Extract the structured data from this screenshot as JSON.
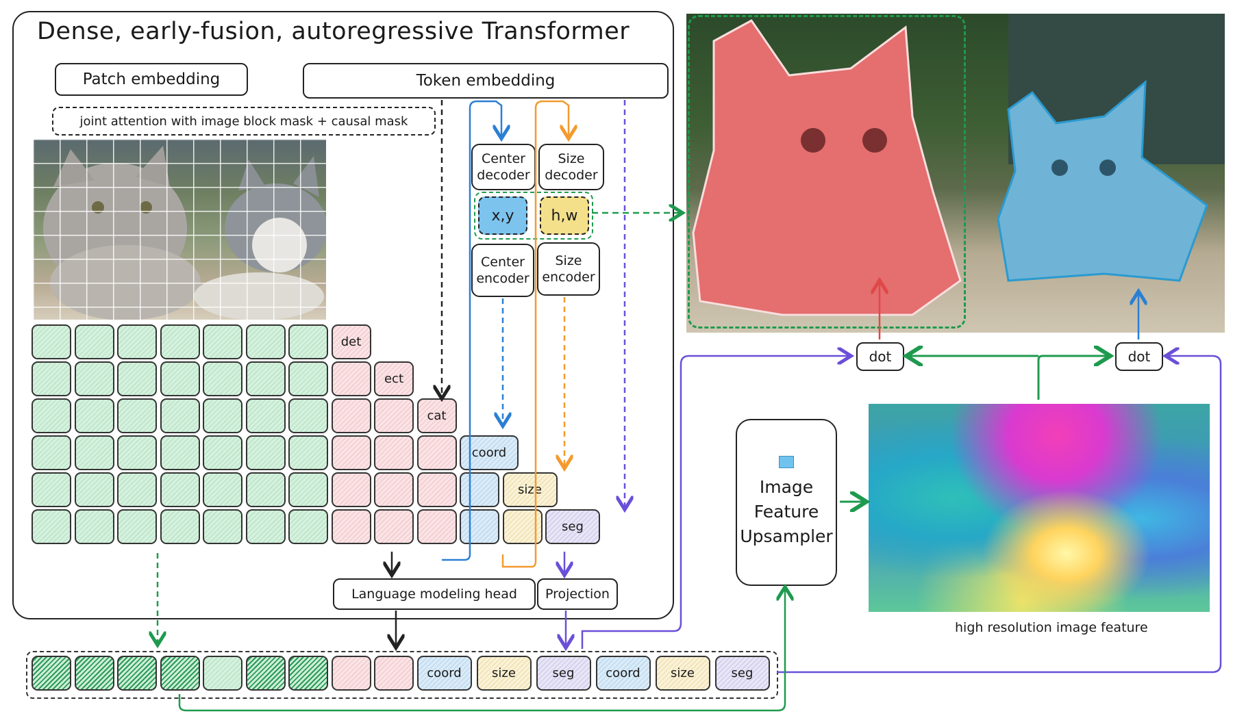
{
  "title": "Dense, early-fusion, autoregressive Transformer",
  "patch_embedding": "Patch embedding",
  "token_embedding": "Token embedding",
  "attention_note": "joint attention with image block mask + causal mask",
  "center_decoder": [
    "Center",
    "decoder"
  ],
  "size_decoder": [
    "Size",
    "decoder"
  ],
  "center_encoder": [
    "Center",
    "encoder"
  ],
  "size_encoder": [
    "Size",
    "encoder"
  ],
  "xy": "x,y",
  "hw": "h,w",
  "text_tokens": [
    "det",
    "ect",
    "cat"
  ],
  "coord": "coord",
  "size": "size",
  "seg": "seg",
  "lm_head": "Language modeling head",
  "projection": "Projection",
  "dot": "dot",
  "upsampler": [
    "Image",
    "Feature",
    "Upsampler"
  ],
  "feature_caption": "high resolution image feature",
  "output_sequence": [
    "coord",
    "size",
    "seg",
    "coord",
    "size",
    "seg"
  ],
  "colors": {
    "green": "#1e9a4e",
    "blue": "#2a7fd4",
    "orange": "#f39a2e",
    "purple": "#6a4fd8",
    "red": "#e04848"
  }
}
